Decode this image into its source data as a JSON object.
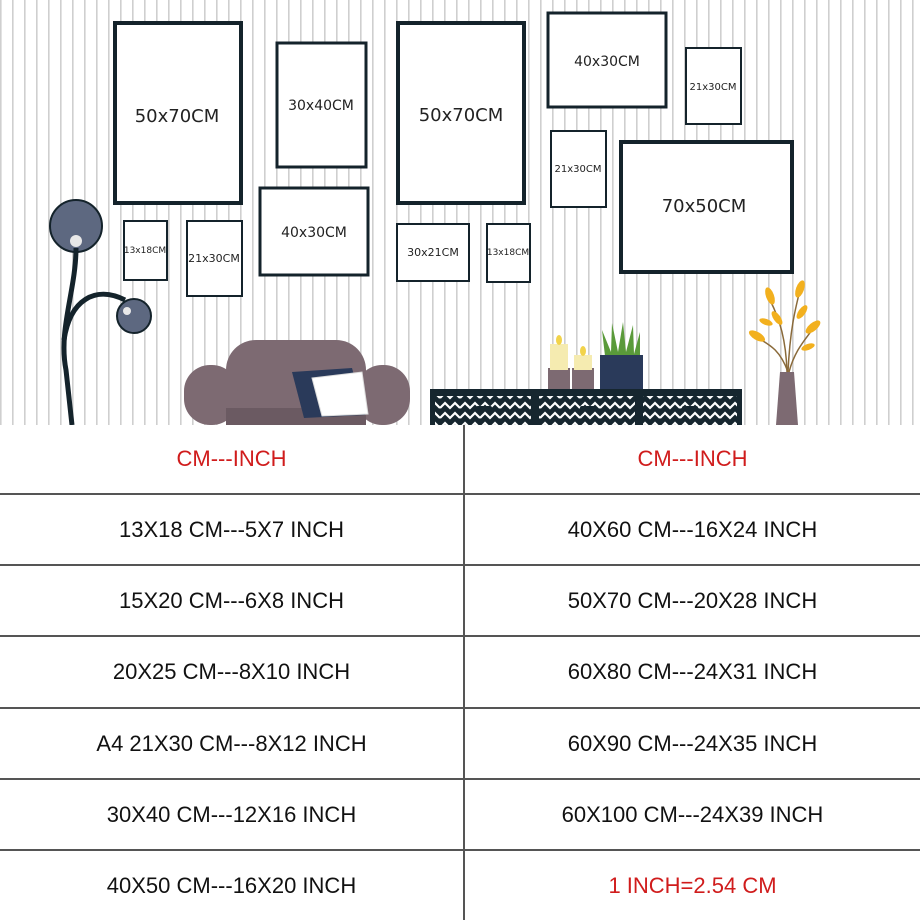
{
  "frames": {
    "f1": "50x70CM",
    "f2": "30x40CM",
    "f3": "50x70CM",
    "f4": "40x30CM",
    "f5": "21x30CM",
    "f6": "13x18CM",
    "f7": "21x30CM",
    "f8": "40x30CM",
    "f9": "30x21CM",
    "f10": "13x18CM",
    "f11": "21x30CM",
    "f12": "70x50CM"
  },
  "table": {
    "header_left": "CM---INCH",
    "header_right": "CM---INCH",
    "rows": [
      {
        "left": "13X18 CM---5X7 INCH",
        "right": "40X60 CM---16X24 INCH"
      },
      {
        "left": "15X20 CM---6X8 INCH",
        "right": "50X70 CM---20X28 INCH"
      },
      {
        "left": "20X25 CM---8X10 INCH",
        "right": "60X80 CM---24X31 INCH"
      },
      {
        "left": "A4 21X30 CM---8X12 INCH",
        "right": "60X90 CM---24X35 INCH"
      },
      {
        "left": "30X40 CM---12X16 INCH",
        "right": "60X100 CM---24X39 INCH"
      },
      {
        "left": "40X50 CM---16X20 INCH",
        "right": "1 INCH=2.54 CM"
      }
    ]
  },
  "colors": {
    "accent_red": "#d01c1c",
    "frame_border": "#14232b",
    "sofa": "#7d6a72",
    "lamp_shade": "#5d6880",
    "plant": "#5a9a3a",
    "flower": "#f2b01e"
  }
}
